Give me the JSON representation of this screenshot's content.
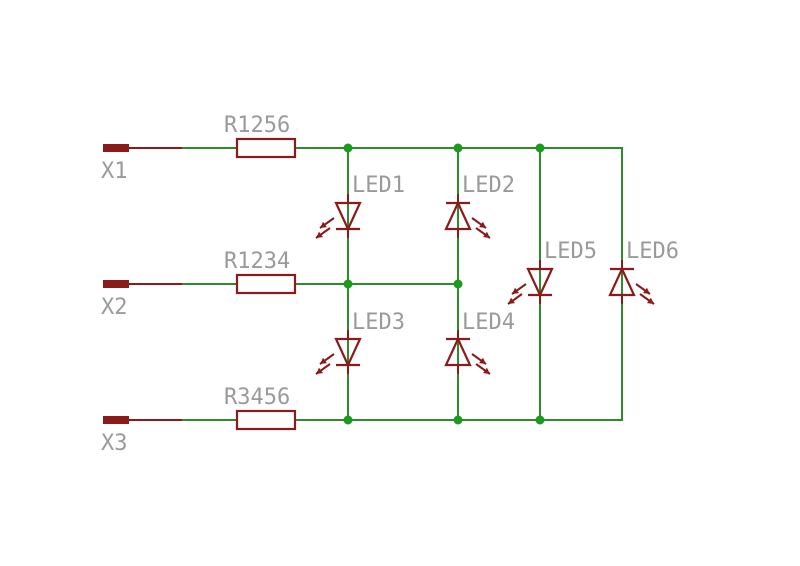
{
  "terminals": [
    {
      "id": "x1",
      "label": "X1"
    },
    {
      "id": "x2",
      "label": "X2"
    },
    {
      "id": "x3",
      "label": "X3"
    }
  ],
  "resistors": [
    {
      "id": "r1256",
      "label": "R1256"
    },
    {
      "id": "r1234",
      "label": "R1234"
    },
    {
      "id": "r3456",
      "label": "R3456"
    }
  ],
  "leds": [
    {
      "id": "led1",
      "label": "LED1"
    },
    {
      "id": "led2",
      "label": "LED2"
    },
    {
      "id": "led3",
      "label": "LED3"
    },
    {
      "id": "led4",
      "label": "LED4"
    },
    {
      "id": "led5",
      "label": "LED5"
    },
    {
      "id": "led6",
      "label": "LED6"
    }
  ],
  "colors": {
    "wire": "#2e8b2e",
    "component": "#8b1a1a",
    "junction": "#1e9a1e",
    "label": "#9a9a9a"
  }
}
